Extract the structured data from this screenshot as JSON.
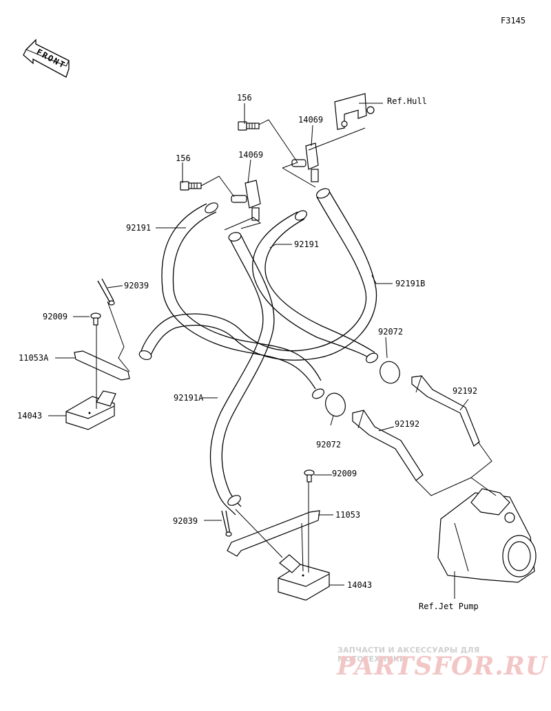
{
  "figure_id": "F3145",
  "direction_label": "FRONT",
  "labels": {
    "bolt_upper": "156",
    "bolt_lower": "156",
    "fitting_upper": "14069",
    "fitting_lower": "14069",
    "ref_hull": "Ref.Hull",
    "hose_left": "92191",
    "hose_center": "92191",
    "hose_b": "92191B",
    "hose_a": "92191A",
    "pin_left": "92039",
    "pin_bottom": "92039",
    "screw_left": "92009",
    "screw_bottom": "92009",
    "bracket_a": "11053A",
    "bracket": "11053",
    "strainer_left": "14043",
    "strainer_bottom": "14043",
    "clamp_upper": "92072",
    "clamp_lower": "92072",
    "pipe_right": "92192",
    "pipe_center": "92192",
    "ref_jet_pump": "Ref.Jet Pump"
  },
  "watermark": {
    "tagline": "ЗАПЧАСТИ И АКСЕССУАРЫ ДЛЯ МОТОТЕХНИКИ",
    "logo": "PARTSFOR.RU"
  }
}
